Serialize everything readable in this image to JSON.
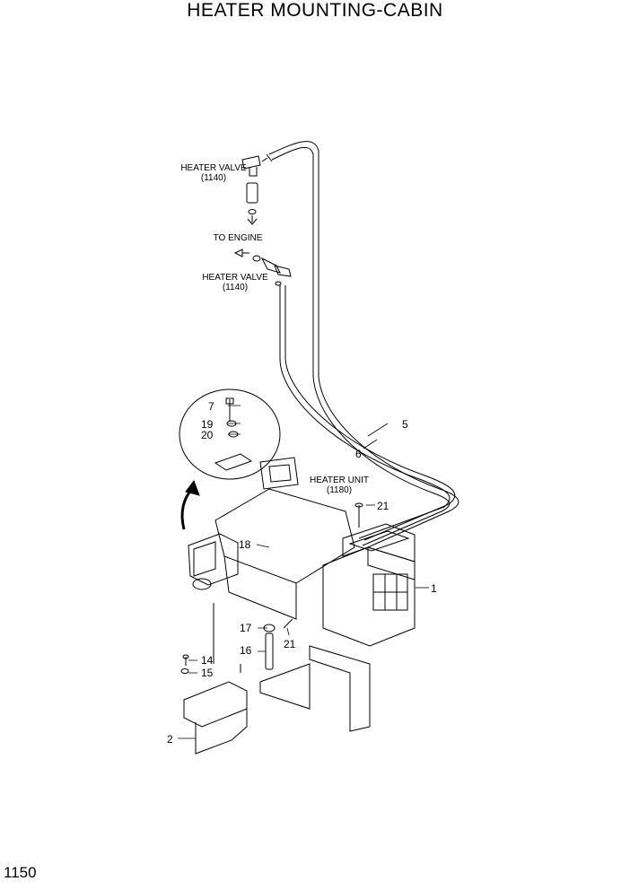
{
  "title": "HEATER MOUNTING-CABIN",
  "page_number": "1150",
  "labels": {
    "heater_valve_top": "HEATER VALVE",
    "heater_valve_top_ref": "(1140)",
    "to_engine": "TO ENGINE",
    "heater_valve_bottom": "HEATER VALVE",
    "heater_valve_bottom_ref": "(1140)",
    "heater_unit": "HEATER UNIT",
    "heater_unit_ref": "(1180)"
  },
  "callouts": {
    "p1": "1",
    "p2": "2",
    "p5": "5",
    "p6": "6",
    "p7": "7",
    "p14": "14",
    "p15": "15",
    "p16": "16",
    "p17": "17",
    "p18": "18",
    "p19": "19",
    "p20": "20",
    "p21a": "21",
    "p21b": "21"
  }
}
